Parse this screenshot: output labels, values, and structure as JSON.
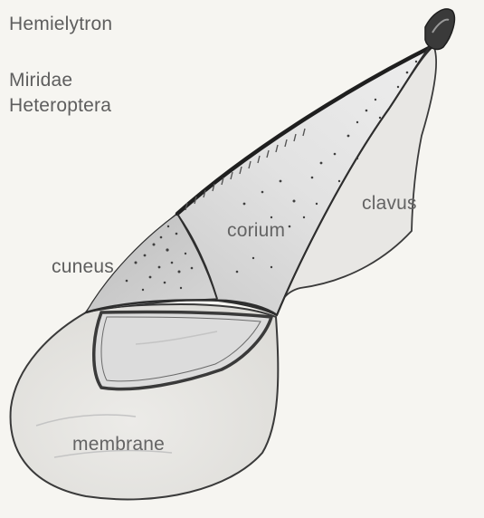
{
  "title": "Hemielytron",
  "taxon": {
    "family": "Miridae",
    "order": "Heteroptera"
  },
  "parts": {
    "clavus": "clavus",
    "corium": "corium",
    "cuneus": "cuneus",
    "membrane": "membrane"
  },
  "colors": {
    "background": "#f6f5f1",
    "outline": "#2e2e2e",
    "shading": "#c9c9c9",
    "label": "#5e5e5e"
  }
}
